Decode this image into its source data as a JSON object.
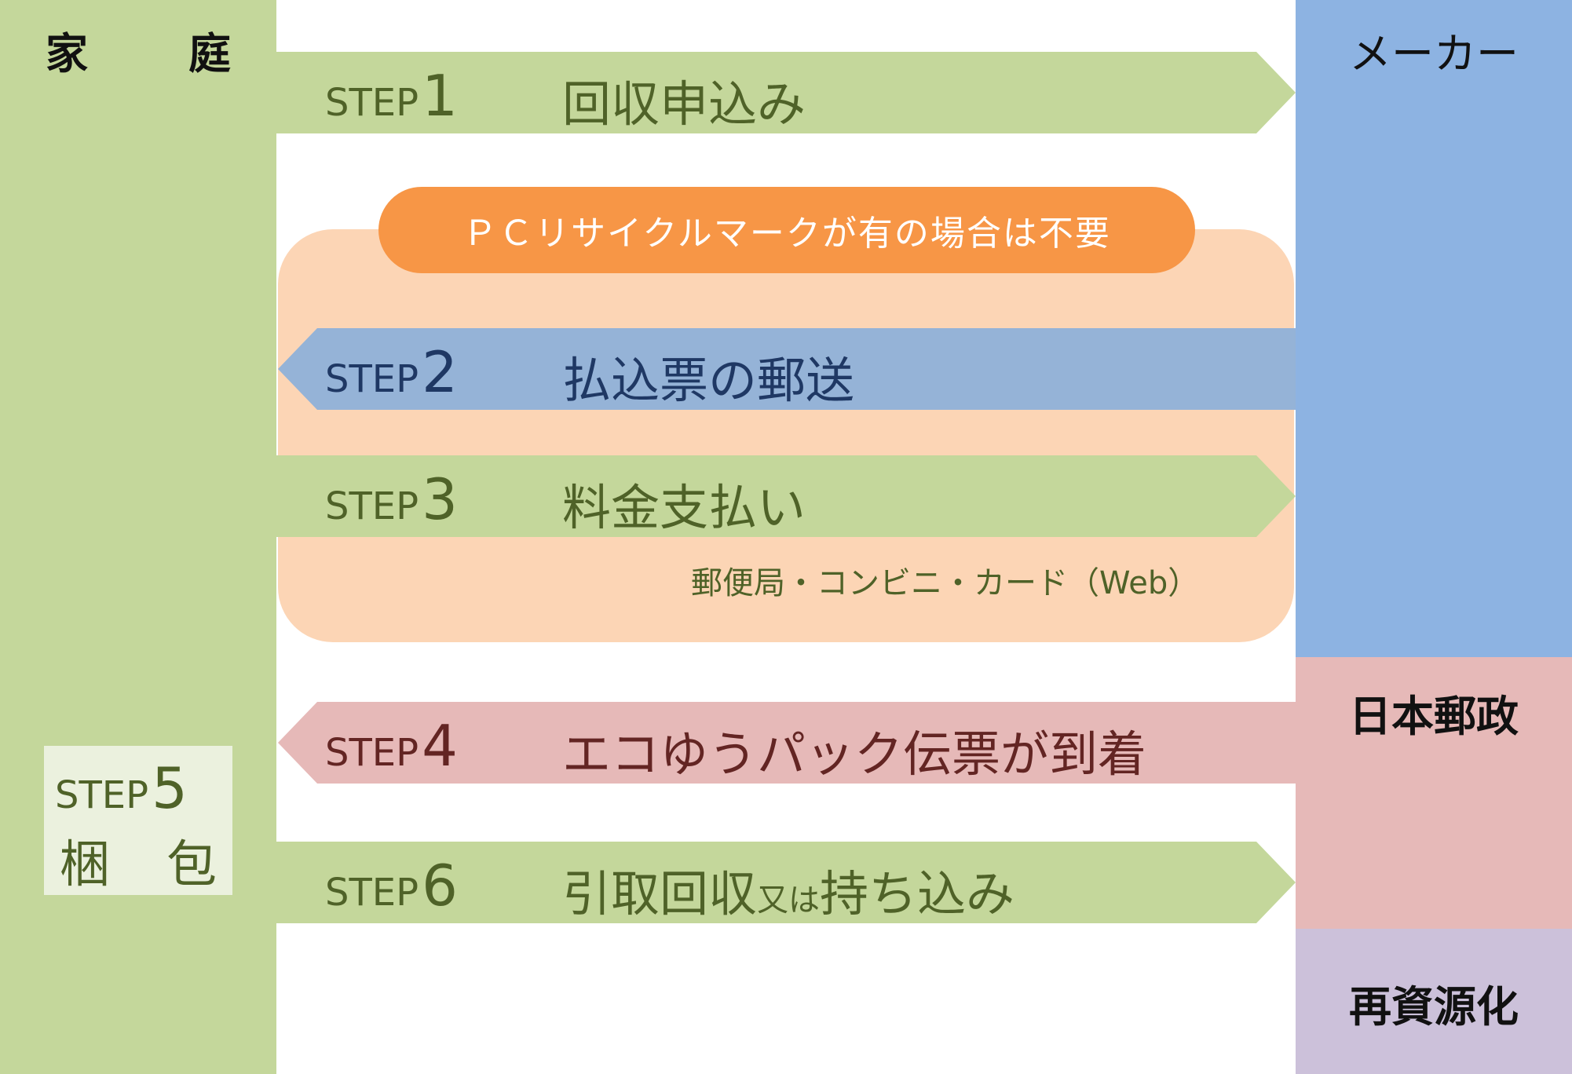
{
  "columns": {
    "home": [
      "家",
      "庭"
    ],
    "maker": "メーカー",
    "post": "日本郵政",
    "recycle": "再資源化"
  },
  "note": "ＰＣリサイクルマークが有の場合は不要",
  "steps": [
    {
      "word": "STEP",
      "num": "1",
      "text": "回収申込み"
    },
    {
      "word": "STEP",
      "num": "2",
      "text": "払込票の郵送"
    },
    {
      "word": "STEP",
      "num": "3",
      "text": "料金支払い"
    },
    {
      "word": "STEP",
      "num": "4",
      "text": "エコゆうパック伝票が到着"
    },
    {
      "word": "STEP",
      "num": "5",
      "text": [
        "梱",
        "包"
      ]
    },
    {
      "word": "STEP",
      "num": "6",
      "text_a": "引取回収",
      "text_b": "又は",
      "text_c": "持ち込み"
    }
  ],
  "payment_methods": "郵便局・コンビニ・カード（Web）",
  "colors": {
    "home": "#c4d79b",
    "maker": "#8db3e2",
    "post": "#e6b9b8",
    "recycle": "#ccc1da",
    "panel": "#fcd5b5",
    "pill": "#f79646",
    "arrow_green": "#c4d79b",
    "arrow_blue": "#95b3d7",
    "arrow_red": "#e6b9b8"
  }
}
